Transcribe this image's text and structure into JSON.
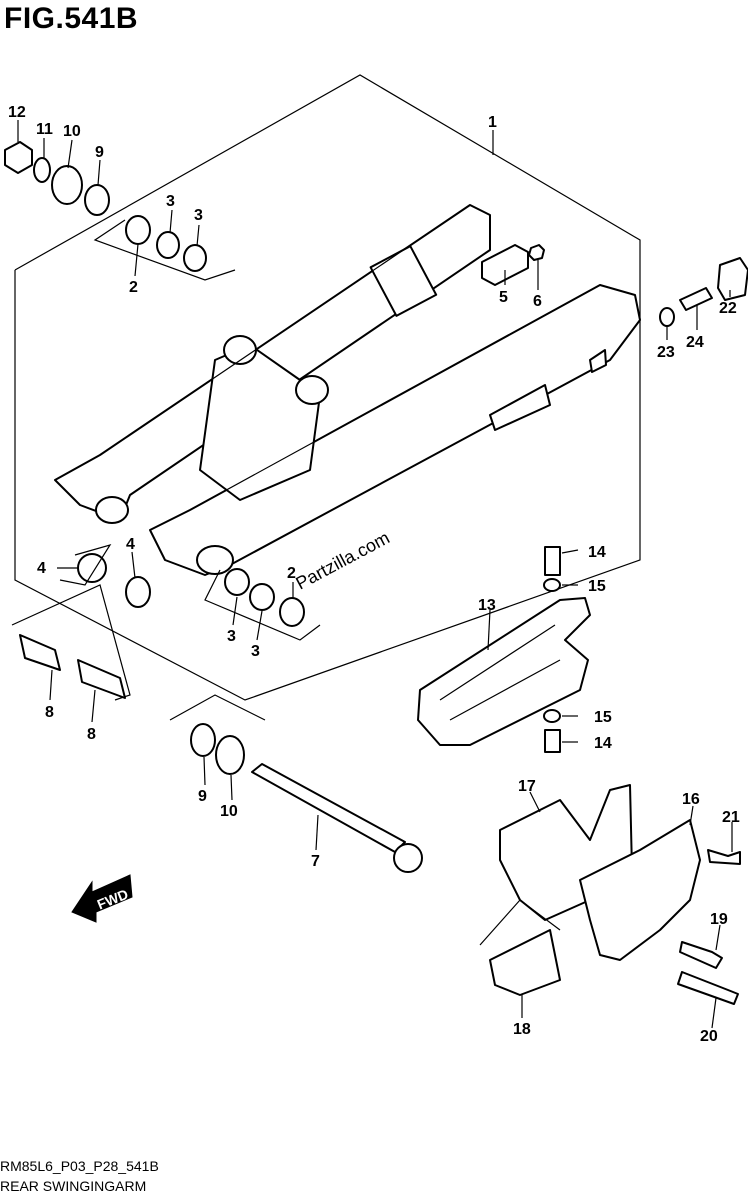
{
  "figure": {
    "title": "FIG.541B",
    "code": "RM85L6_P03_P28_541B",
    "name": "REAR SWINGINGARM",
    "watermark": "Partzilla.com",
    "direction_label": "FWD"
  },
  "callouts": {
    "c1": "1",
    "c2a": "2",
    "c2b": "2",
    "c3a": "3",
    "c3b": "3",
    "c3c": "3",
    "c3d": "3",
    "c4a": "4",
    "c4b": "4",
    "c5": "5",
    "c6": "6",
    "c7": "7",
    "c8a": "8",
    "c8b": "8",
    "c9a": "9",
    "c9b": "9",
    "c10a": "10",
    "c10b": "10",
    "c11": "11",
    "c12": "12",
    "c13": "13",
    "c14a": "14",
    "c14b": "14",
    "c15a": "15",
    "c15b": "15",
    "c16": "16",
    "c17": "17",
    "c18": "18",
    "c19": "19",
    "c20": "20",
    "c21": "21",
    "c22": "22",
    "c23": "23",
    "c24": "24"
  }
}
